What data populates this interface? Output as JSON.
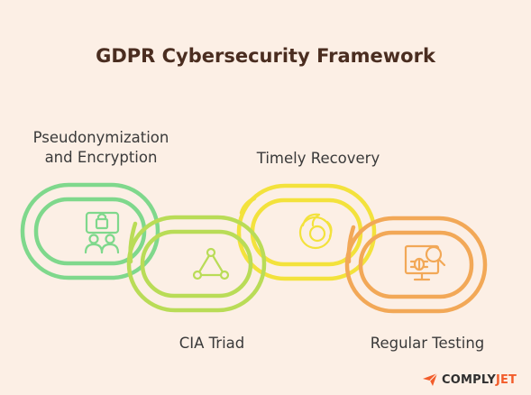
{
  "title": "GDPR Cybersecurity Framework",
  "links": [
    {
      "lines": [
        "Pseudonymization",
        "and Encryption"
      ],
      "icon": "user-lock-icon",
      "color": "#7fd88c"
    },
    {
      "lines": [
        "CIA Triad"
      ],
      "icon": "triangle-network-icon",
      "color": "#b9dc57"
    },
    {
      "lines": [
        "Timely Recovery"
      ],
      "icon": "firefox-icon",
      "color": "#f3e23c"
    },
    {
      "lines": [
        "Regular Testing"
      ],
      "icon": "bug-search-icon",
      "color": "#f2a857"
    }
  ],
  "brand": {
    "part1": "COMPLY",
    "part2": "JET",
    "accent": "#f25c2a"
  }
}
